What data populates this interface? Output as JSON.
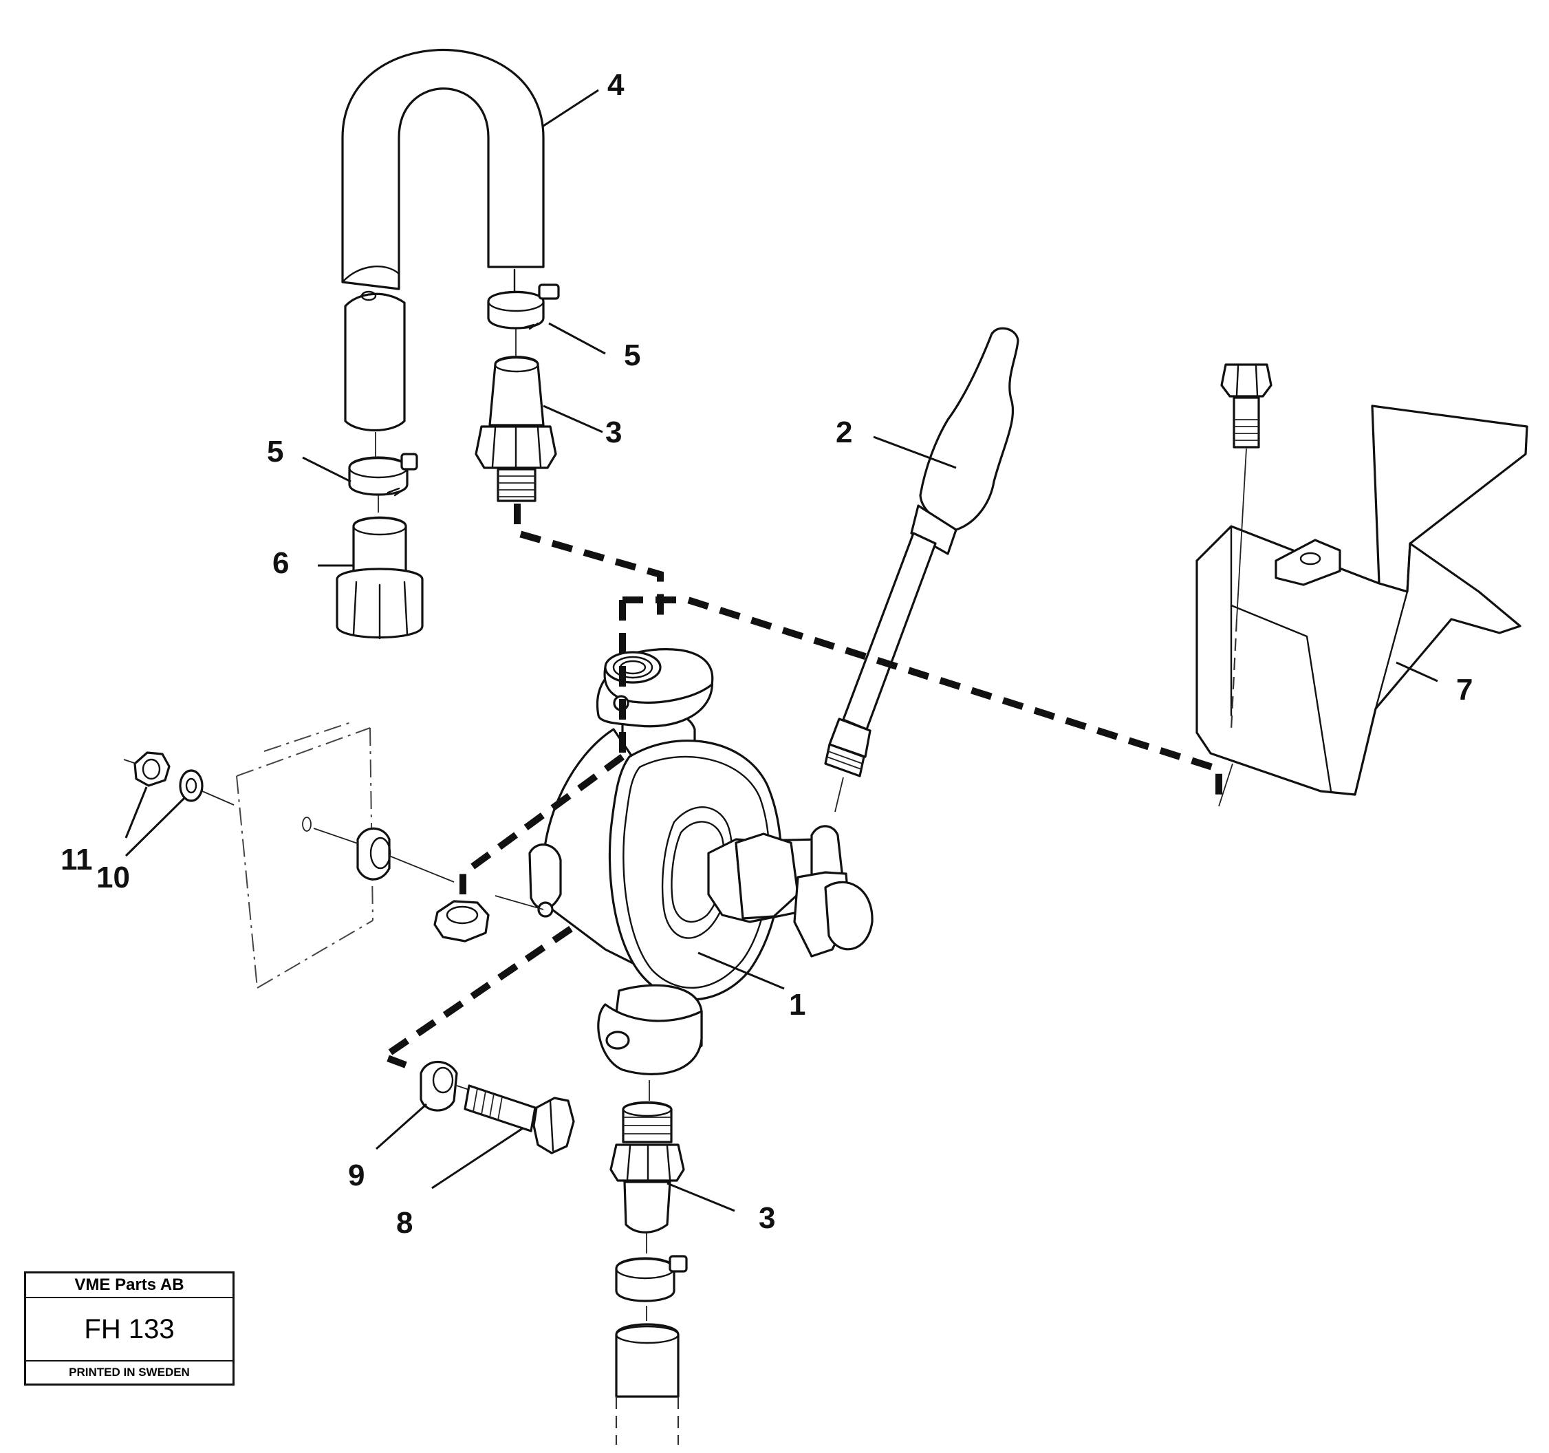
{
  "callouts": {
    "c1": "1",
    "c2": "2",
    "c3a": "3",
    "c3b": "3",
    "c4": "4",
    "c5a": "5",
    "c5b": "5",
    "c6": "6",
    "c7": "7",
    "c8": "8",
    "c9": "9",
    "c10": "10",
    "c11": "11"
  },
  "stamp": {
    "company": "VME Parts AB",
    "code": "FH 133",
    "printed": "PRINTED IN SWEDEN"
  }
}
